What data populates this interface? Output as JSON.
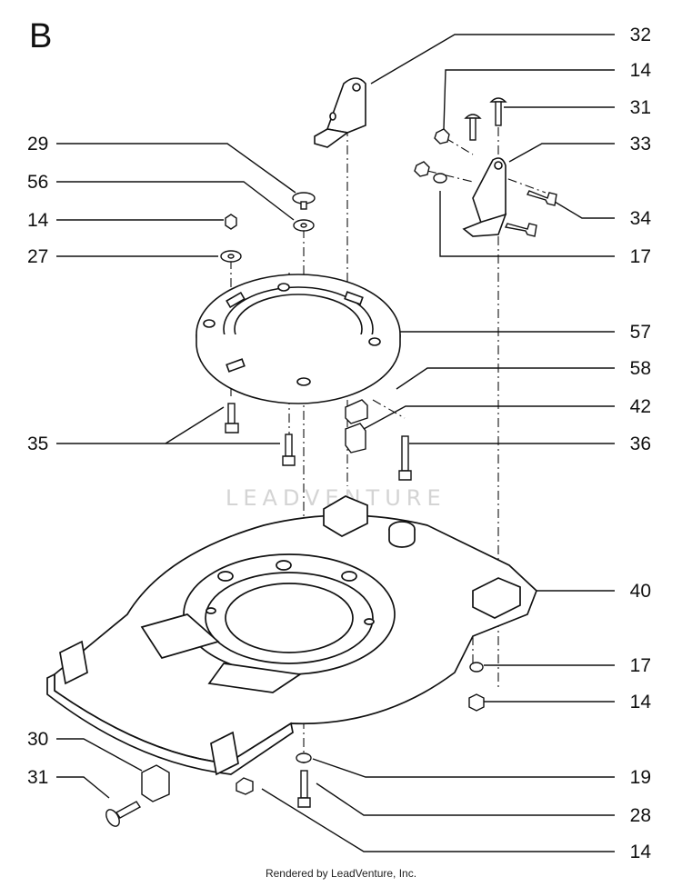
{
  "section_letter": "B",
  "watermark": "LEADVENTURE",
  "footer_text": "Rendered by LeadVenture, Inc.",
  "callouts": {
    "c32": "32",
    "c14a": "14",
    "c31a": "31",
    "c33": "33",
    "c34": "34",
    "c17a": "17",
    "c57": "57",
    "c58": "58",
    "c42": "42",
    "c36": "36",
    "c40": "40",
    "c17b": "17",
    "c14b": "14",
    "c19": "19",
    "c28": "28",
    "c14c": "14",
    "c29": "29",
    "c56": "56",
    "c14d": "14",
    "c27": "27",
    "c35": "35",
    "c30": "30",
    "c31b": "31"
  }
}
